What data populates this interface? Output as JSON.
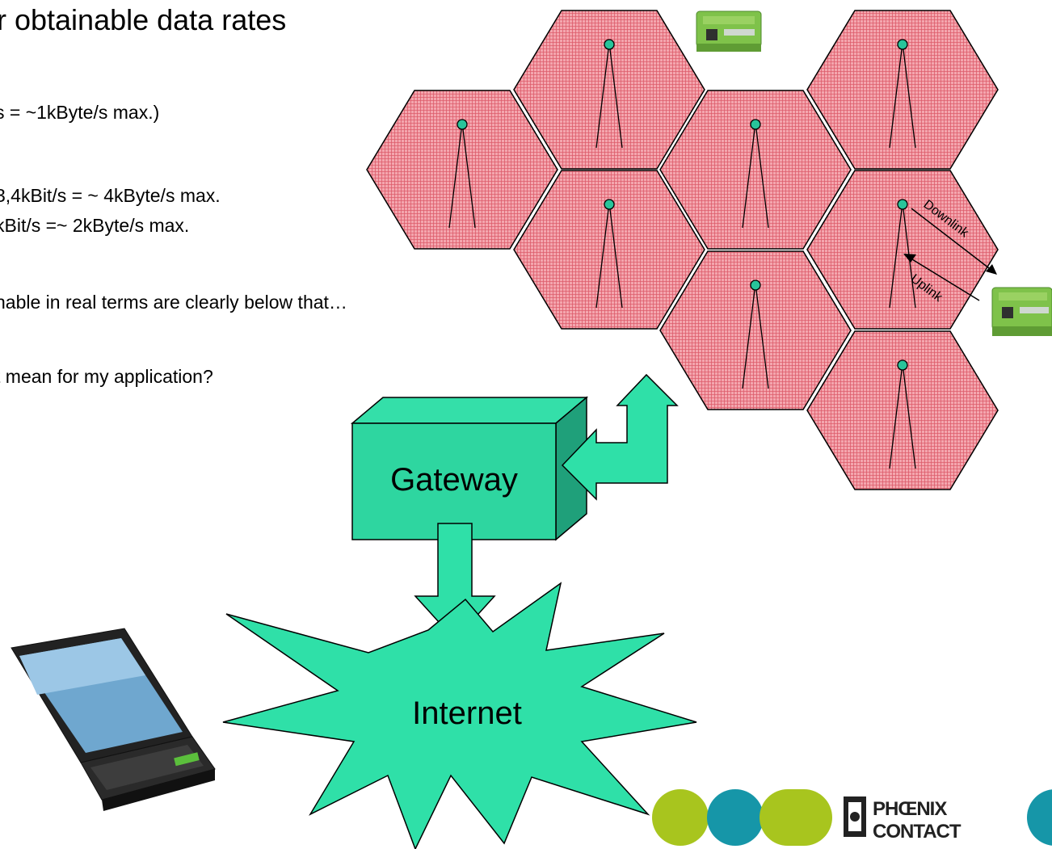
{
  "slide": {
    "title": "r obtainable  data rates",
    "lines": [
      "s = ~1kByte/s max.)",
      "3,4kBit/s = ~ 4kByte/s max.",
      "kBit/s =~ 2kByte/s max.",
      "nable in real terms are clearly below that…",
      "t mean for my application?"
    ]
  },
  "diagram": {
    "gateway_label": "Gateway",
    "internet_label": "Internet",
    "downlink_label": "Downlink",
    "uplink_label": "Uplink",
    "cells": [
      {
        "id": "cell-1"
      },
      {
        "id": "cell-2"
      },
      {
        "id": "cell-3"
      },
      {
        "id": "cell-4"
      },
      {
        "id": "cell-5"
      },
      {
        "id": "cell-6"
      },
      {
        "id": "cell-7"
      },
      {
        "id": "cell-8"
      },
      {
        "id": "cell-9"
      }
    ]
  },
  "logo": {
    "brand_text": "PHOENIX CONTACT",
    "colors": {
      "lime": "#a8c51e",
      "teal": "#1696a8",
      "dark": "#222222"
    }
  },
  "colors": {
    "cell_fill": "#f2a0a8",
    "cell_grid": "#e06070",
    "cell_stroke": "#000000",
    "gateway_green": "#2ed8a2",
    "gateway_green_top": "#33e0aa",
    "gateway_green_side": "#1fa87c",
    "arrow_green": "#2fe0a8",
    "antenna_dot": "#28c49a"
  }
}
